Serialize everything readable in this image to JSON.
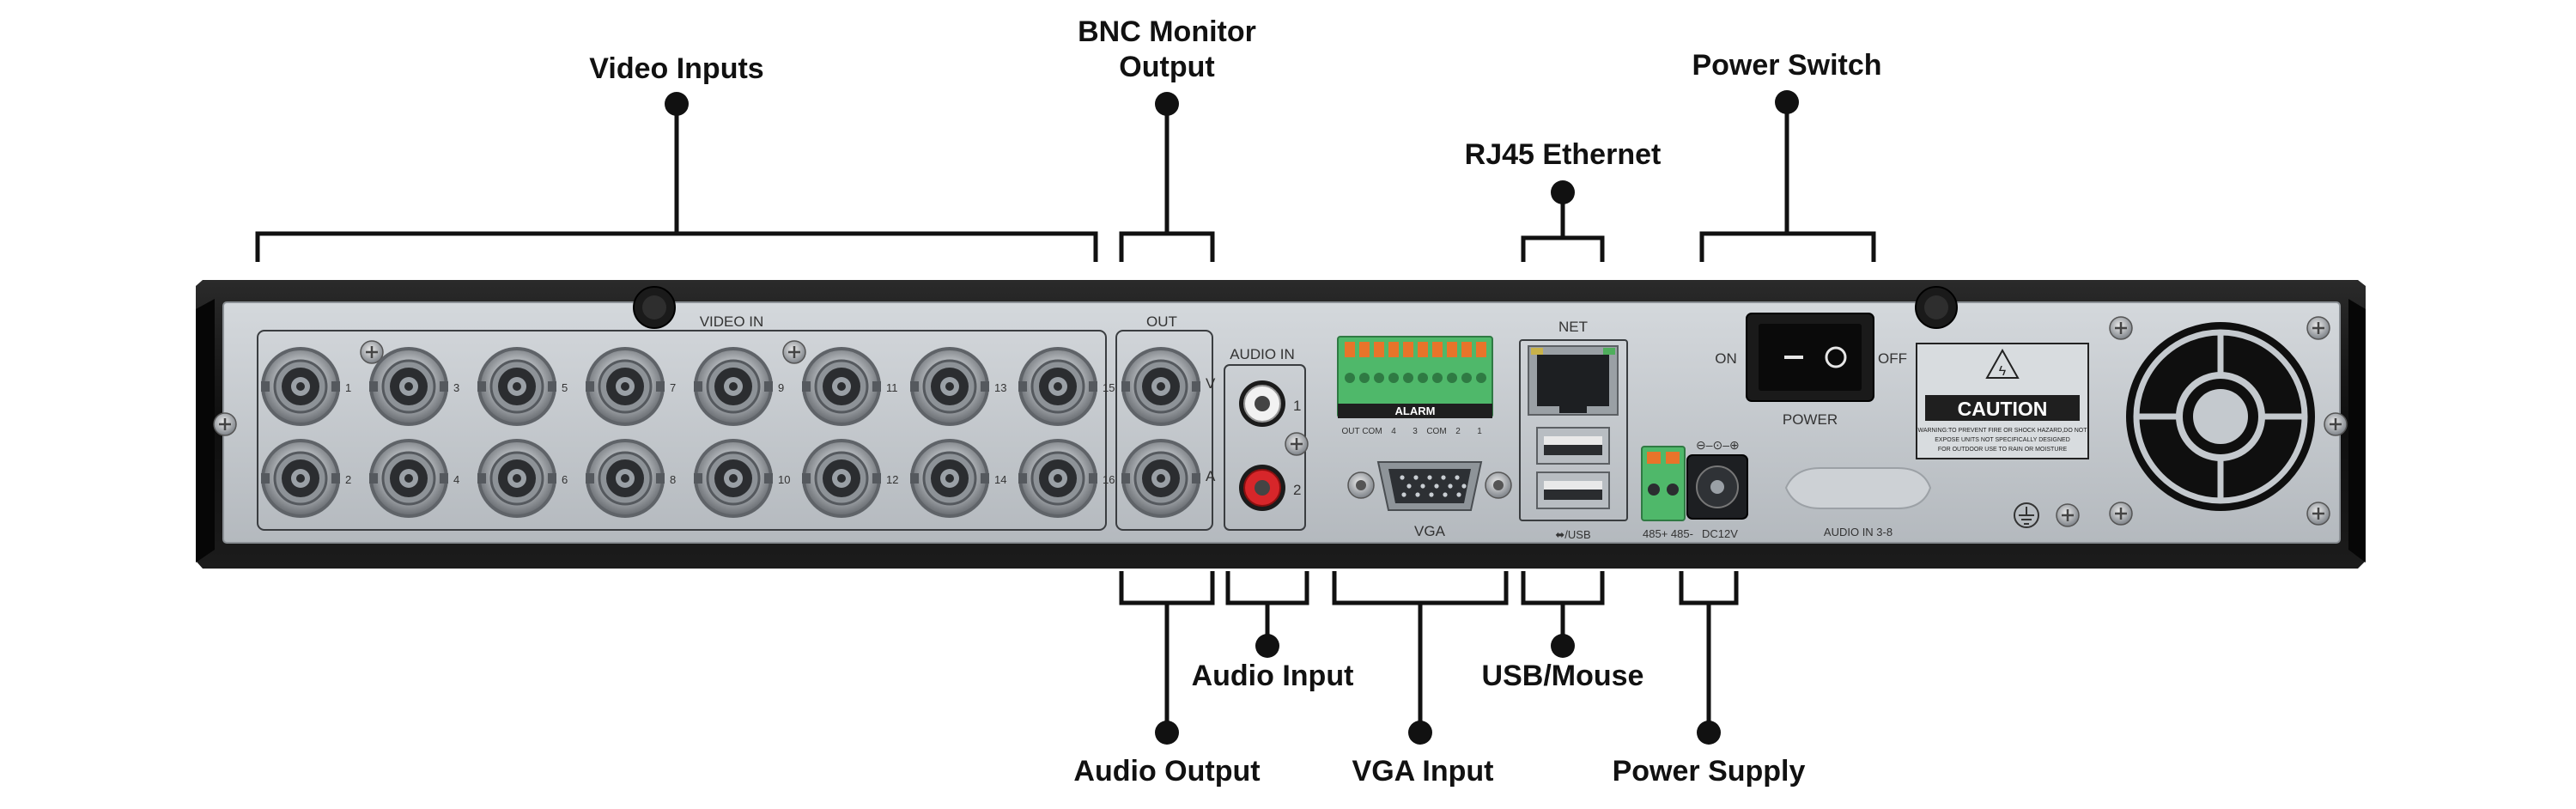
{
  "callouts": {
    "video_inputs": "Video Inputs",
    "bnc_monitor_output": "BNC Monitor",
    "bnc_monitor_output_2": "Output",
    "rj45_ethernet": "RJ45 Ethernet",
    "power_switch": "Power Switch",
    "audio_input": "Audio Input",
    "usb_mouse": "USB/Mouse",
    "audio_output": "Audio Output",
    "vga_input": "VGA Input",
    "power_supply": "Power Supply"
  },
  "panel": {
    "video_in": "VIDEO IN",
    "out": "OUT",
    "audio_in": "AUDIO IN",
    "net": "NET",
    "vga": "VGA",
    "usb": "⬌/USB",
    "alarm": "ALARM",
    "alarm_pins": [
      "OUT",
      "COM",
      "4",
      "3",
      "COM",
      "2",
      "1"
    ],
    "power": "POWER",
    "on": "ON",
    "off": "OFF",
    "caution": "CAUTION",
    "caution_text": [
      "WARNING:TO PREVENT FIRE OR SHOCK HAZARD,DO NOT",
      "EXPOSE UNITS NOT SPECIFICALLY DESIGNED",
      "FOR OUTDOOR USE TO RAIN OR MOISTURE"
    ],
    "audio_in_38": "AUDIO IN 3-8",
    "rs485": "485+ 485-",
    "dc12v": "DC12V",
    "bnc_numbers_top": [
      "1",
      "3",
      "5",
      "7",
      "9",
      "11",
      "13",
      "15"
    ],
    "bnc_numbers_bottom": [
      "2",
      "4",
      "6",
      "8",
      "10",
      "12",
      "14",
      "16"
    ],
    "out_v": "V",
    "out_a": "A",
    "audio_1": "1",
    "audio_2": "2"
  },
  "colors": {
    "chassis": "#141414",
    "panel": "#c4c9ce",
    "alarm_block": "#4fb86a",
    "alarm_pins": "#e8742a",
    "label_text": "#111111"
  }
}
